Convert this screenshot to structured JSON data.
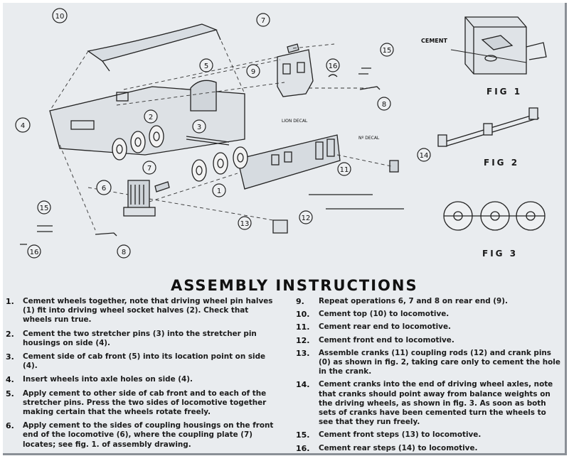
{
  "labels": {
    "cement": "CEMENT",
    "lion_decal": "LION DECAL",
    "no_decal": "Nº DECAL",
    "fig1": "FIG 1",
    "fig2": "FIG 2",
    "fig3": "FIG 3"
  },
  "callouts": [
    "10",
    "7",
    "15",
    "5",
    "9",
    "16",
    "4",
    "2",
    "8",
    "3",
    "14",
    "1",
    "7",
    "6",
    "11",
    "15",
    "12",
    "13",
    "16",
    "8"
  ],
  "title": "ASSEMBLY INSTRUCTIONS",
  "steps_left": [
    {
      "num": "1.",
      "text": "Cement wheels together, note that driving wheel pin halves (1) fit into driving wheel socket halves (2). Check that wheels run true."
    },
    {
      "num": "2.",
      "text": "Cement the two stretcher pins (3) into the stretcher pin housings on side (4)."
    },
    {
      "num": "3.",
      "text": "Cement side of cab front (5) into its location point on side (4)."
    },
    {
      "num": "4.",
      "text": "Insert wheels into axle holes on side (4)."
    },
    {
      "num": "5.",
      "text": "Apply cement to other side of cab front and to each of the stretcher pins. Press the two sides of locomotive together making certain that the wheels rotate freely."
    },
    {
      "num": "6.",
      "text": "Apply cement to the sides of coupling housings on the front end of the locomotive (6), where the coupling plate (7) locates; see fig. 1. of assembly drawing."
    }
  ],
  "steps_right": [
    {
      "num": "9.",
      "text": "Repeat operations 6, 7 and 8 on rear end (9)."
    },
    {
      "num": "10.",
      "text": "Cement top (10) to locomotive."
    },
    {
      "num": "11.",
      "text": "Cement rear end to locomotive."
    },
    {
      "num": "12.",
      "text": "Cement front end to locomotive."
    },
    {
      "num": "13.",
      "text": "Assemble cranks (11) coupling rods (12) and crank pins (0) as shown in fig. 2, taking care only to cement the hole in the crank."
    },
    {
      "num": "14.",
      "text": "Cement cranks into the end of driving wheel axles, note that cranks should point away from balance weights on the driving wheels, as shown in fig. 3. As soon as both sets of cranks have been cemented turn the wheels to see that they run freely."
    },
    {
      "num": "15.",
      "text": "Cement front steps (13) to locomotive."
    },
    {
      "num": "16.",
      "text": "Cement rear steps (14) to locomotive."
    }
  ]
}
